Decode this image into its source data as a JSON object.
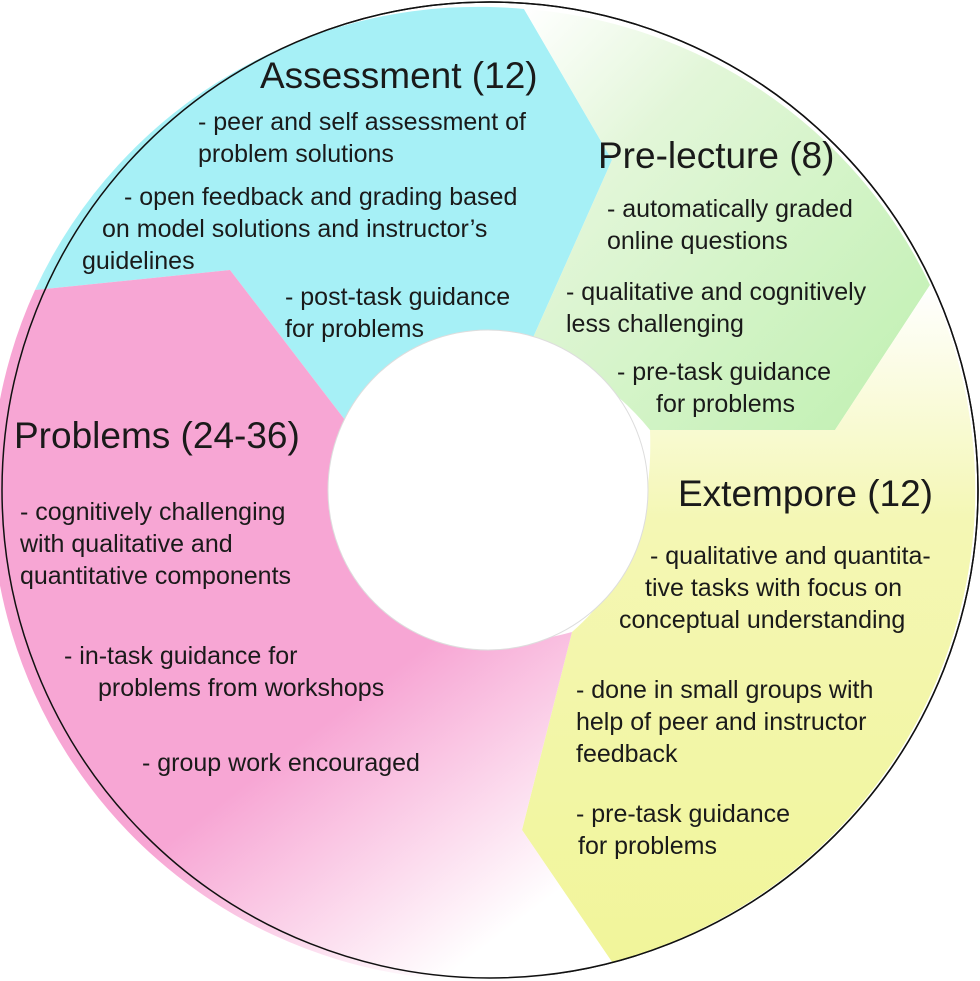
{
  "segments": {
    "assessment": {
      "title": "Assessment (12)",
      "color": "#a6f0f6",
      "items": [
        [
          "- peer and self assessment of",
          "problem solutions"
        ],
        [
          "- open feedback and grading based",
          "on model solutions and instructor’s",
          "guidelines"
        ],
        [
          "- post-task guidance",
          "for problems"
        ]
      ]
    },
    "prelecture": {
      "title": "Pre-lecture (8)",
      "color": "#d4f3c8",
      "items": [
        [
          "- automatically graded",
          "online questions"
        ],
        [
          "- qualitative and cognitively",
          "less challenging"
        ],
        [
          "- pre-task guidance",
          "for problems"
        ]
      ]
    },
    "extempore": {
      "title": "Extempore (12)",
      "color": "#f4f7a4",
      "items": [
        [
          "- qualitative and quantita-",
          "tive tasks with focus on",
          "conceptual understanding"
        ],
        [
          "- done in small groups with",
          "help of peer and instructor",
          "feedback"
        ],
        [
          "- pre-task guidance",
          "for problems"
        ]
      ]
    },
    "problems": {
      "title": "Problems (24-36)",
      "color": "#f7a6d4",
      "items": [
        [
          "- cognitively challenging",
          "with qualitative and",
          "quantitative components"
        ],
        [
          "- in-task guidance for",
          "problems from workshops"
        ],
        [
          "- group work encouraged"
        ]
      ]
    }
  }
}
